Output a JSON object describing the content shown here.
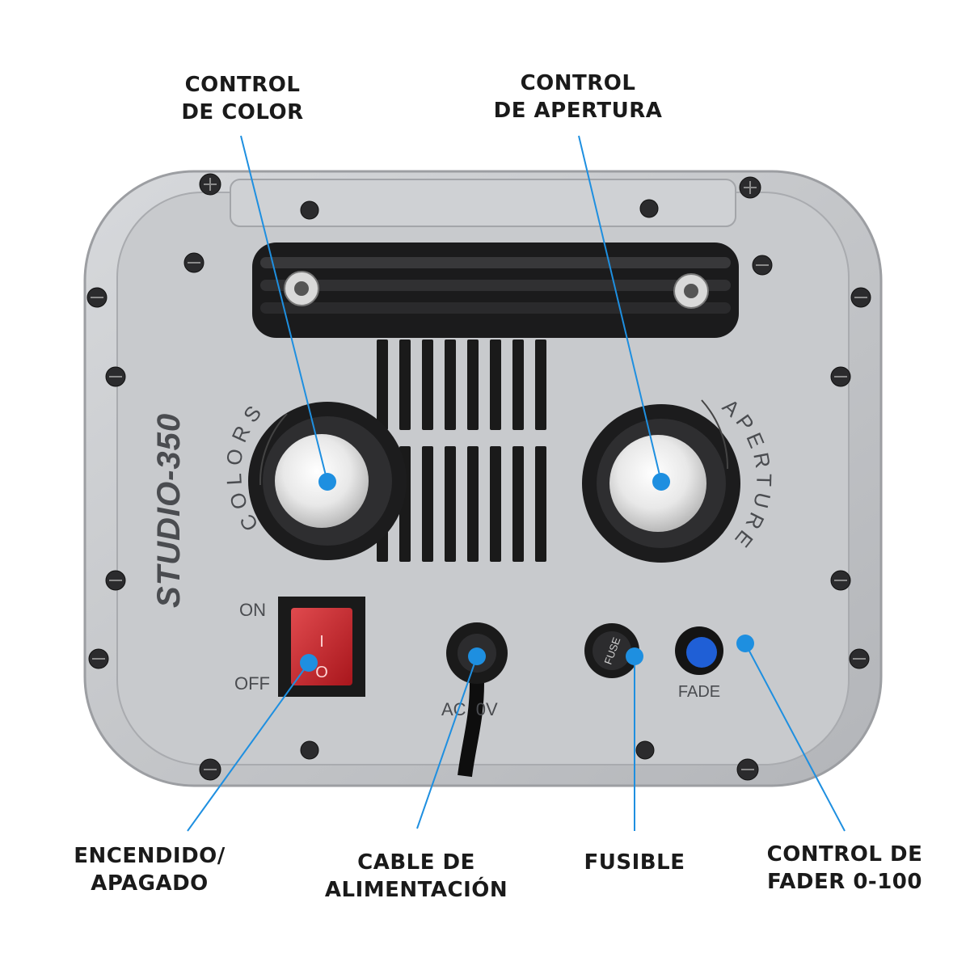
{
  "callouts": {
    "color": [
      "CONTROL",
      "DE COLOR"
    ],
    "aperture": [
      "CONTROL",
      "DE APERTURA"
    ],
    "power": [
      "ENCENDIDO/",
      "APAGADO"
    ],
    "cable": [
      "CABLE DE",
      "ALIMENTACIÓN"
    ],
    "fuse": [
      "FUSIBLE"
    ],
    "fader": [
      "CONTROL DE",
      "FADER 0-100"
    ]
  },
  "panel": {
    "model": "STUDIO-350",
    "colors_label": "COLORS",
    "aperture_label": "APERTURE",
    "on_label": "ON",
    "off_label": "OFF",
    "switch_on_mark": "I",
    "switch_off_mark": "O",
    "ac_label": "AC  0V",
    "fuse_cap_label": "FUSE",
    "fade_label": "FADE"
  },
  "colors": {
    "accent": "#1e8fe0",
    "panel": "#c8cacd",
    "switch": "#c8232a",
    "fader_knob": "#1f5fd6"
  }
}
